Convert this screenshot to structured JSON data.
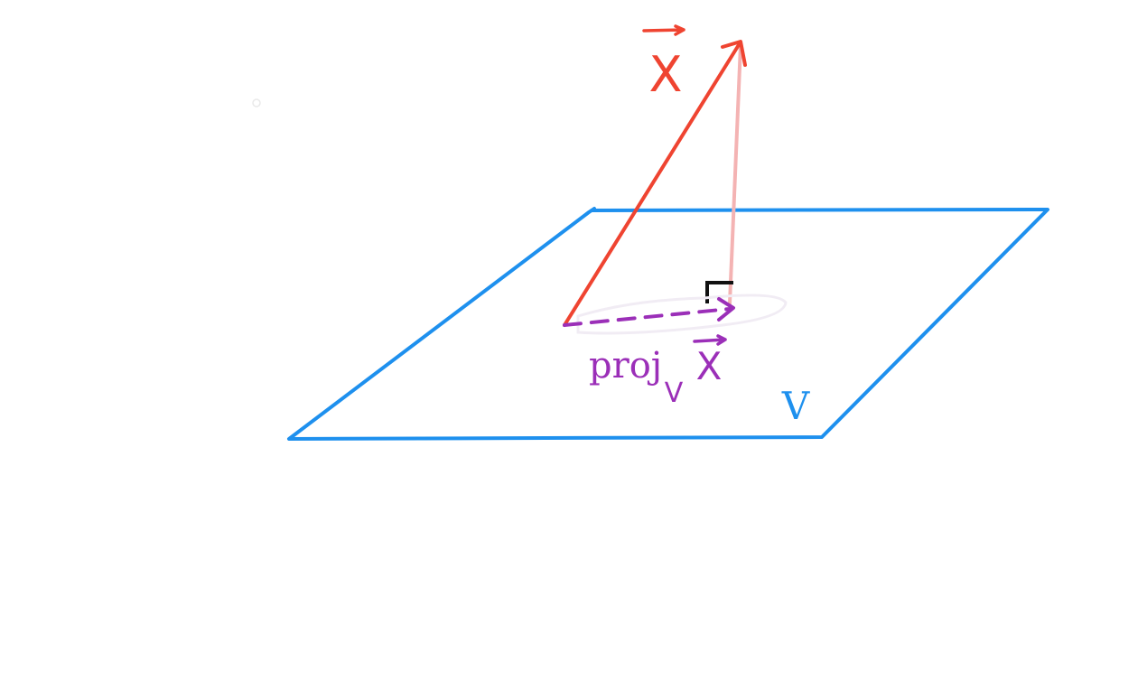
{
  "diagram": {
    "plane_label": "V",
    "vector_label": "X",
    "projection_label": {
      "prefix": "proj",
      "subscript": "V",
      "vector": "X"
    }
  },
  "colors": {
    "plane": "#1e90ee",
    "vector": "#ef4431",
    "projection": "#9b2fb8",
    "perpendicular": "#f4b3b3",
    "right_angle": "#111111"
  }
}
